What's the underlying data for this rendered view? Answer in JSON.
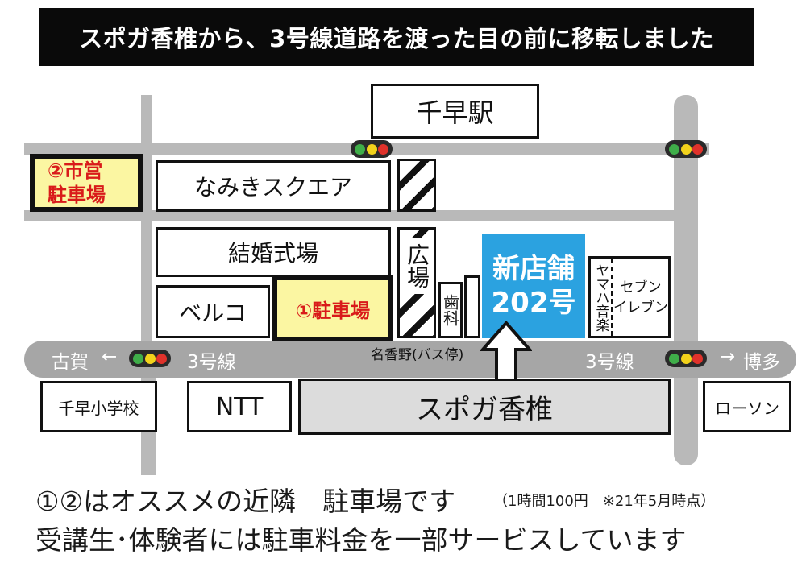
{
  "banner": {
    "text": "スポガ香椎から、3号線道路を渡った目の前に移転しました"
  },
  "places": {
    "station": "千早駅",
    "namiki": "なみきスクエア",
    "wedding": "結婚式場",
    "bellco": "ベルコ",
    "parking1": "①駐車場",
    "parking2_line1": "②市営",
    "parking2_line2": "駐車場",
    "plaza": "広場",
    "dental": "歯科",
    "new_store_line1": "新店舗",
    "new_store_line2": "202号",
    "yamaha": "ヤマハ音楽",
    "seven_line1": "セブン",
    "seven_line2": "イレブン",
    "bus_stop": "名香野(バス停)",
    "chihaya_school": "千早小学校",
    "ntt": "NTT",
    "spoga": "スポガ香椎",
    "lawson": "ローソン"
  },
  "roads": {
    "left_dest": "古賀",
    "left_arrow": "←",
    "route_left": "3号線",
    "route_right": "3号線",
    "right_arrow": "→",
    "right_dest": "博多"
  },
  "colors": {
    "parking_fill": "#fbf6a2",
    "parking_text": "#d91a1a",
    "store_blue": "#2ba2e0",
    "signal_green": "#3fae49",
    "signal_yellow": "#f2d21b",
    "signal_red": "#e0322b"
  },
  "notes": {
    "line1_main": "①②はオススメの近隣　駐車場です",
    "line1_small": "（1時間100円　※21年5月時点）",
    "line2": "受講生･体験者には駐車料金を一部サービスしています"
  }
}
